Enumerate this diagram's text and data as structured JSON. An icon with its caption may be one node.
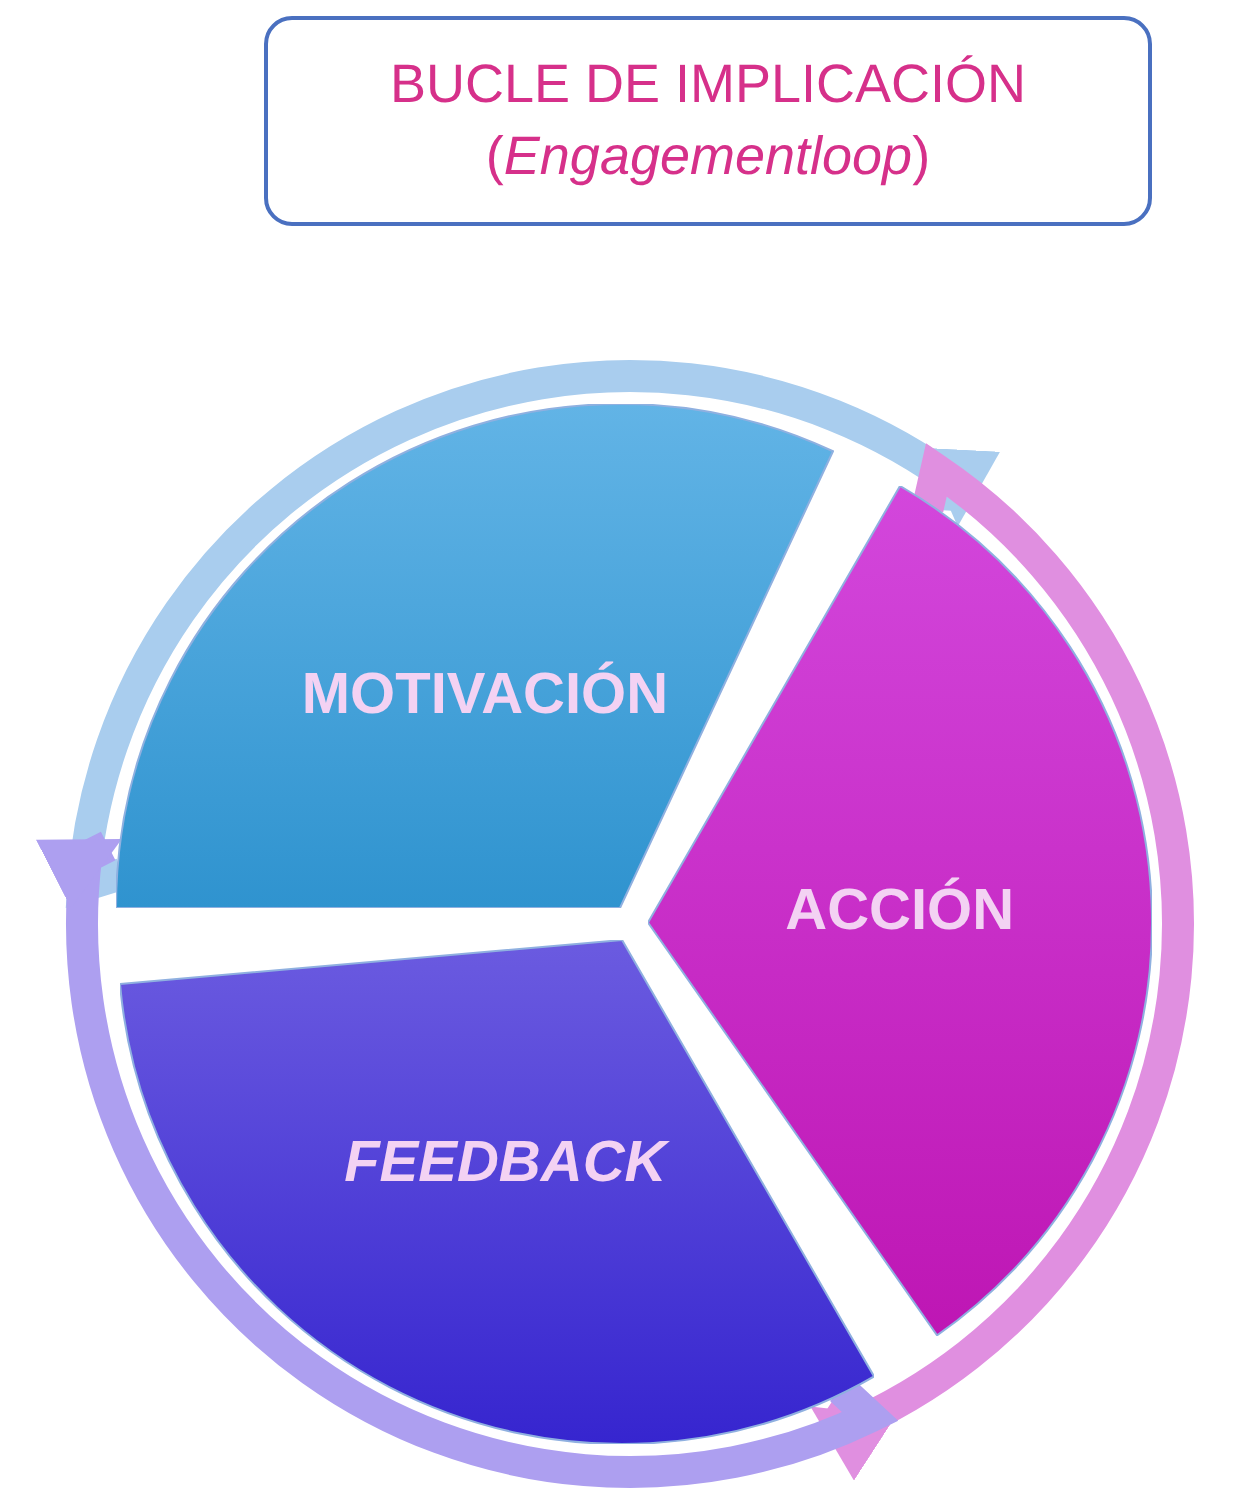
{
  "diagram": {
    "title": "BUCLE DE IMPLICACIÓN (*Engagementloop*)",
    "nodes": [
      {
        "text": [
          "MOTIVACIÓN"
        ]
      },
      {
        "text": [
          "ACCIÓN"
        ]
      },
      {
        "text": [
          "FEEDBACK"
        ]
      }
    ],
    "edges": [
      {
        "from": 0,
        "to": 1,
        "arrow": "to",
        "color": "#a9cdee"
      },
      {
        "from": 1,
        "to": 2,
        "arrow": "to",
        "color": "#e08fe0"
      },
      {
        "from": 2,
        "to": 0,
        "arrow": "to",
        "color": "#ad9ff0"
      }
    ]
  }
}
